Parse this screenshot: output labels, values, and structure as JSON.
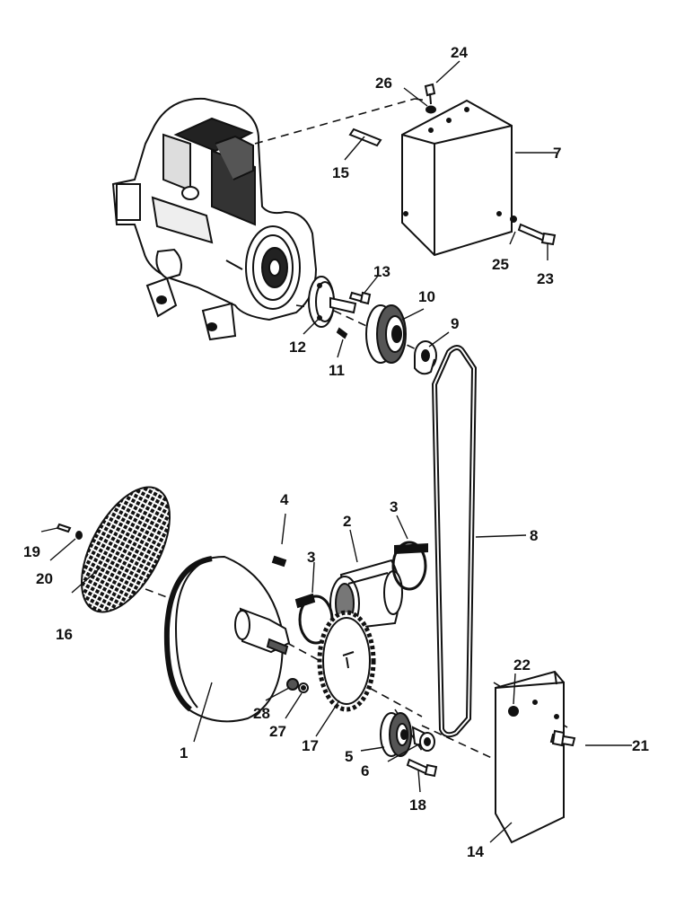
{
  "diagram": {
    "callouts": [
      {
        "id": "1",
        "text": "1"
      },
      {
        "id": "2",
        "text": "2"
      },
      {
        "id": "3a",
        "text": "3"
      },
      {
        "id": "3b",
        "text": "3"
      },
      {
        "id": "4",
        "text": "4"
      },
      {
        "id": "5",
        "text": "5"
      },
      {
        "id": "6",
        "text": "6"
      },
      {
        "id": "7",
        "text": "7"
      },
      {
        "id": "8",
        "text": "8"
      },
      {
        "id": "9",
        "text": "9"
      },
      {
        "id": "10",
        "text": "10"
      },
      {
        "id": "11",
        "text": "11"
      },
      {
        "id": "12",
        "text": "12"
      },
      {
        "id": "13",
        "text": "13"
      },
      {
        "id": "14",
        "text": "14"
      },
      {
        "id": "15",
        "text": "15"
      },
      {
        "id": "16",
        "text": "16"
      },
      {
        "id": "17",
        "text": "17"
      },
      {
        "id": "18",
        "text": "18"
      },
      {
        "id": "19",
        "text": "19"
      },
      {
        "id": "20",
        "text": "20"
      },
      {
        "id": "21",
        "text": "21"
      },
      {
        "id": "22",
        "text": "22"
      },
      {
        "id": "23",
        "text": "23"
      },
      {
        "id": "24",
        "text": "24"
      },
      {
        "id": "25",
        "text": "25"
      },
      {
        "id": "26",
        "text": "26"
      },
      {
        "id": "27",
        "text": "27"
      },
      {
        "id": "28",
        "text": "28"
      }
    ]
  }
}
